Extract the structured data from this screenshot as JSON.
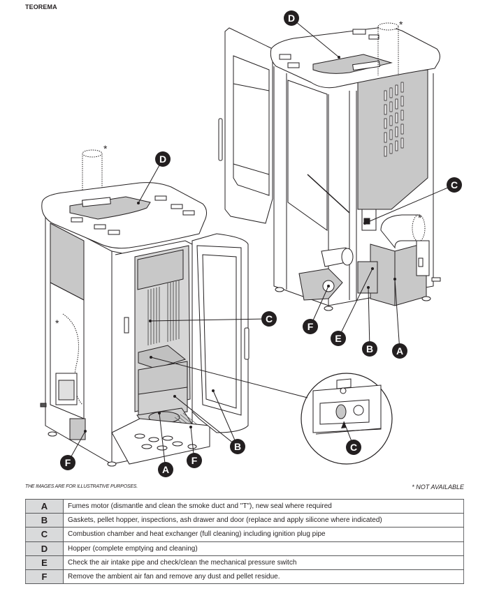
{
  "header": {
    "title": "TEOREMA"
  },
  "illustration": {
    "left_stove": {
      "callouts": [
        "D",
        "C",
        "B",
        "A",
        "F",
        "F"
      ],
      "not_available_marks": [
        "*",
        "*"
      ]
    },
    "right_stove": {
      "callouts": [
        "D",
        "C",
        "F",
        "E",
        "B",
        "A"
      ],
      "not_available_marks": [
        "*",
        "*"
      ]
    },
    "detail_circle": {
      "callout": "C"
    }
  },
  "notes": {
    "disclaimer": "THE IMAGES ARE FOR ILLUSTRATIVE PURPOSES.",
    "not_available": "* NOT AVAILABLE"
  },
  "legend": {
    "rows": [
      {
        "code": "A",
        "description": "Fumes motor (dismantle and clean the smoke duct and \"T\"), new seal where required"
      },
      {
        "code": "B",
        "description": "Gaskets, pellet hopper, inspections, ash drawer and door (replace and apply silicone where indicated)"
      },
      {
        "code": "C",
        "description": "Combustion chamber and heat exchanger (full cleaning) including ignition plug pipe"
      },
      {
        "code": "D",
        "description": "Hopper (complete emptying and cleaning)"
      },
      {
        "code": "E",
        "description": "Check the air intake pipe and check/clean the mechanical pressure switch"
      },
      {
        "code": "F",
        "description": "Remove the ambient air fan and remove any dust and pellet residue."
      }
    ]
  },
  "colors": {
    "callout_fill": "#231f20",
    "panel_grey": "#c8c8c8",
    "table_code_bg": "#d9dadb",
    "line": "#231f20"
  }
}
